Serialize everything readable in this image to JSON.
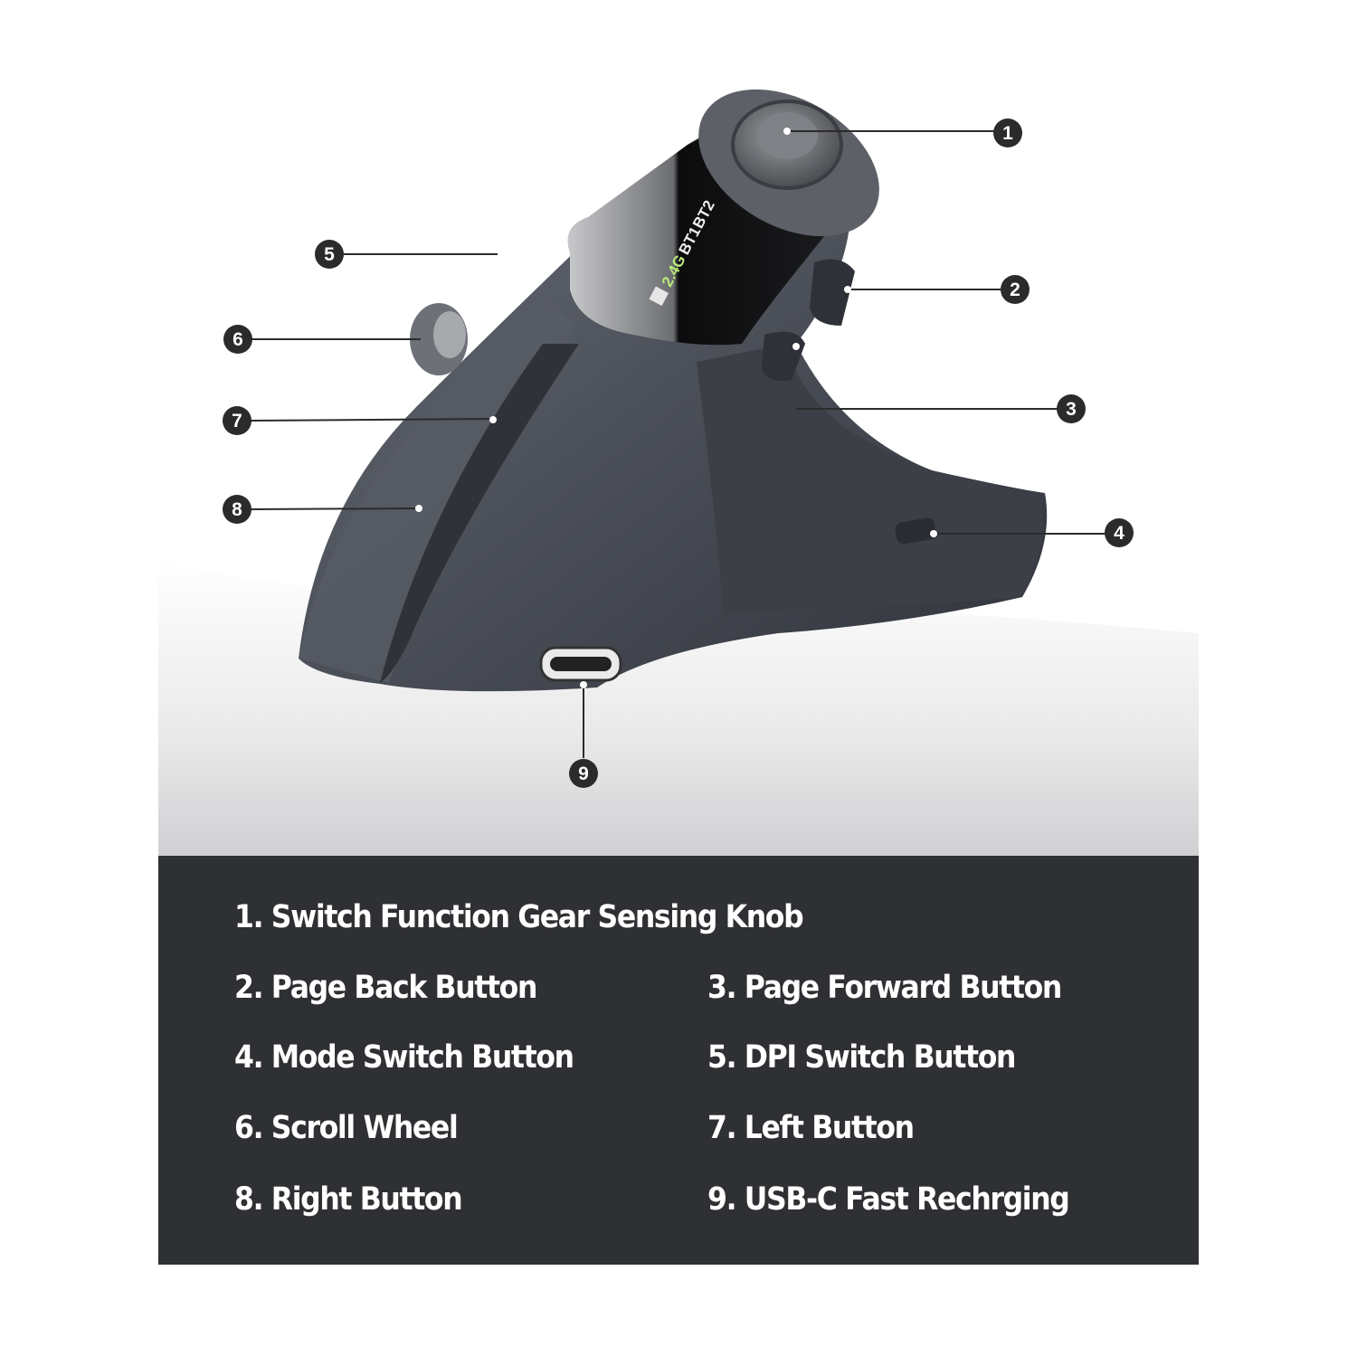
{
  "display": {
    "labels": [
      "2.4G",
      "BT1",
      "BT2"
    ],
    "active_color": "#b9e87a"
  },
  "callouts": [
    "1",
    "2",
    "3",
    "4",
    "5",
    "6",
    "7",
    "8",
    "9"
  ],
  "legend": {
    "items": [
      "1. Switch Function Gear Sensing Knob",
      "2. Page Back Button",
      "3. Page Forward Button",
      "4. Mode Switch Button",
      "5. DPI Switch Button",
      "6. Scroll Wheel",
      "7. Left Button",
      "8. Right Button",
      "9. USB-C Fast Rechrging"
    ]
  },
  "colors": {
    "panel": "#2f3033",
    "mouse_body": "#4b4f58",
    "callout": "#2b2b2b"
  }
}
